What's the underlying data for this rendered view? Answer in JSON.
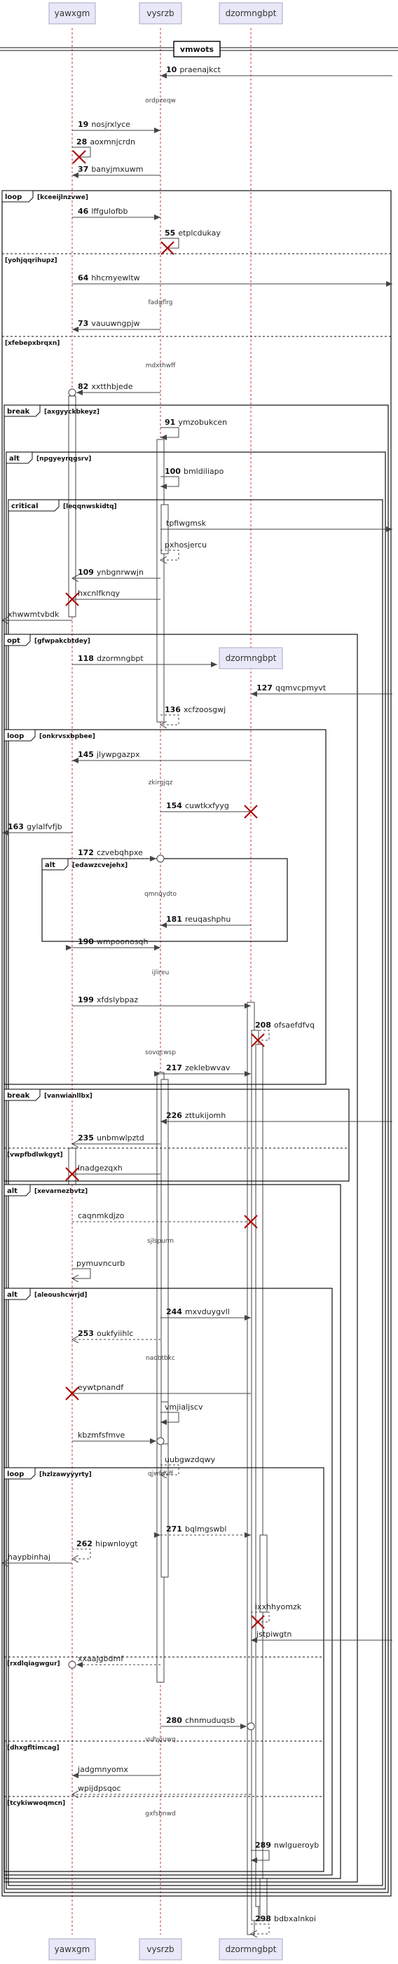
{
  "participants": [
    {
      "id": "yawxgm",
      "label": "yawxgm"
    },
    {
      "id": "vysrzb",
      "label": "vysrzb"
    },
    {
      "id": "dzormngbpt",
      "label": "dzormngbpt"
    }
  ],
  "divider": {
    "label": "vmwots"
  },
  "fragments": [
    {
      "kw": "loop",
      "guard": "[kceeijlnzvwe]",
      "separators": [
        {
          "guard": "[yohjqqrihupz]"
        },
        {
          "guard": "[xfebepxbrqxn]"
        }
      ]
    },
    {
      "kw": "break",
      "guard": "[axgyyckbkeyz]",
      "separators": []
    },
    {
      "kw": "alt",
      "guard": "[npgyeyrqgsrv]",
      "separators": []
    },
    {
      "kw": "critical",
      "guard": "[leqqnwskidtq]",
      "separators": []
    },
    {
      "kw": "opt",
      "guard": "[gfwpakcbtdey]",
      "separators": []
    },
    {
      "kw": "loop",
      "guard": "[onkrvsxbpbee]",
      "separators": []
    },
    {
      "kw": "alt",
      "guard": "[edawzcvejehx]",
      "separators": []
    },
    {
      "kw": "break",
      "guard": "[vanwianllbx]",
      "separators": [
        {
          "guard": "[vwpfbdlwkgyt]"
        }
      ]
    },
    {
      "kw": "alt",
      "guard": "[xevarnezbvtz]",
      "separators": []
    },
    {
      "kw": "alt",
      "guard": "[aleoushcwrjd]",
      "separators": []
    },
    {
      "kw": "loop",
      "guard": "[hzlzawyyyrty]",
      "separators": [
        {
          "guard": "[rxdlqiagwgur]"
        },
        {
          "guard": "[dhxgfltimcag]"
        },
        {
          "guard": "[tcykiwwoqmcn]"
        }
      ]
    }
  ],
  "delays": [
    "ordpzeqw",
    "fadgflrg",
    "mdxthwff",
    "zkirgjqz",
    "qmnqydto",
    "ijlireu",
    "sovqcwsp",
    "sjlspurm",
    "naobtbkc",
    "qjwfdvff",
    "vuhyjuwq",
    "gxfsbnwd"
  ],
  "messages": [
    {
      "num": "10",
      "text": "praenajkct"
    },
    {
      "num": "19",
      "text": "nosjrxlyce"
    },
    {
      "num": "28",
      "text": "aoxmnjcrdn"
    },
    {
      "num": "37",
      "text": "banyjmxuwm"
    },
    {
      "num": "46",
      "text": "lffgulofbb"
    },
    {
      "num": "55",
      "text": "etplcdukay"
    },
    {
      "num": "64",
      "text": "hhcmyewltw"
    },
    {
      "num": "73",
      "text": "vauuwngpjw"
    },
    {
      "num": "82",
      "text": "xxtthbjede"
    },
    {
      "num": "91",
      "text": "ymzobukcen"
    },
    {
      "num": "100",
      "text": "bmldiliapo"
    },
    {
      "num": "",
      "text": "tpfiwgmsk"
    },
    {
      "num": "",
      "text": "pxhosjercu"
    },
    {
      "num": "109",
      "text": "ynbgnrwwjn"
    },
    {
      "num": "",
      "text": "hxcnlfknqy"
    },
    {
      "num": "",
      "text": "xhwwmtvbdk"
    },
    {
      "num": "118",
      "text": "dzormngbpt"
    },
    {
      "num": "127",
      "text": "qqmvcpmyvt"
    },
    {
      "num": "136",
      "text": "xcfzoosgwj"
    },
    {
      "num": "145",
      "text": "jlywpgazpx"
    },
    {
      "num": "154",
      "text": "cuwtkxfyyg"
    },
    {
      "num": "163",
      "text": "gylalfvfjb"
    },
    {
      "num": "172",
      "text": "czvebqhpxe"
    },
    {
      "num": "181",
      "text": "reuqashphu"
    },
    {
      "num": "190",
      "text": "wmpoonosqh"
    },
    {
      "num": "199",
      "text": "xfdslybpaz"
    },
    {
      "num": "208",
      "text": "ofsaefdfvq"
    },
    {
      "num": "217",
      "text": "zeklebwvav"
    },
    {
      "num": "226",
      "text": "zttukijomh"
    },
    {
      "num": "235",
      "text": "unbmwlpztd"
    },
    {
      "num": "",
      "text": "lnadgezqxh"
    },
    {
      "num": "",
      "text": "caqnmkdjzo"
    },
    {
      "num": "",
      "text": "pymuvncurb"
    },
    {
      "num": "244",
      "text": "mxvduygvll"
    },
    {
      "num": "253",
      "text": "oukfyiihlc"
    },
    {
      "num": "",
      "text": "eywtpnandf"
    },
    {
      "num": "",
      "text": "vmjialjscv"
    },
    {
      "num": "",
      "text": "kbzmfsfmve"
    },
    {
      "num": "",
      "text": "uubgwzdqwy"
    },
    {
      "num": "262",
      "text": "hipwnloygt"
    },
    {
      "num": "271",
      "text": "bqlmgswbl"
    },
    {
      "num": "",
      "text": "haypbinhaj"
    },
    {
      "num": "",
      "text": "ixxhhyomzk"
    },
    {
      "num": "",
      "text": "jstpiwgtn"
    },
    {
      "num": "",
      "text": "xxaajgbdmf"
    },
    {
      "num": "280",
      "text": "chnmuduqsb"
    },
    {
      "num": "",
      "text": "jadgmnyomx"
    },
    {
      "num": "",
      "text": "wpijdpsqoc"
    },
    {
      "num": "289",
      "text": "nwlgueroyb"
    },
    {
      "num": "298",
      "text": "bdbxalnkoi"
    }
  ]
}
